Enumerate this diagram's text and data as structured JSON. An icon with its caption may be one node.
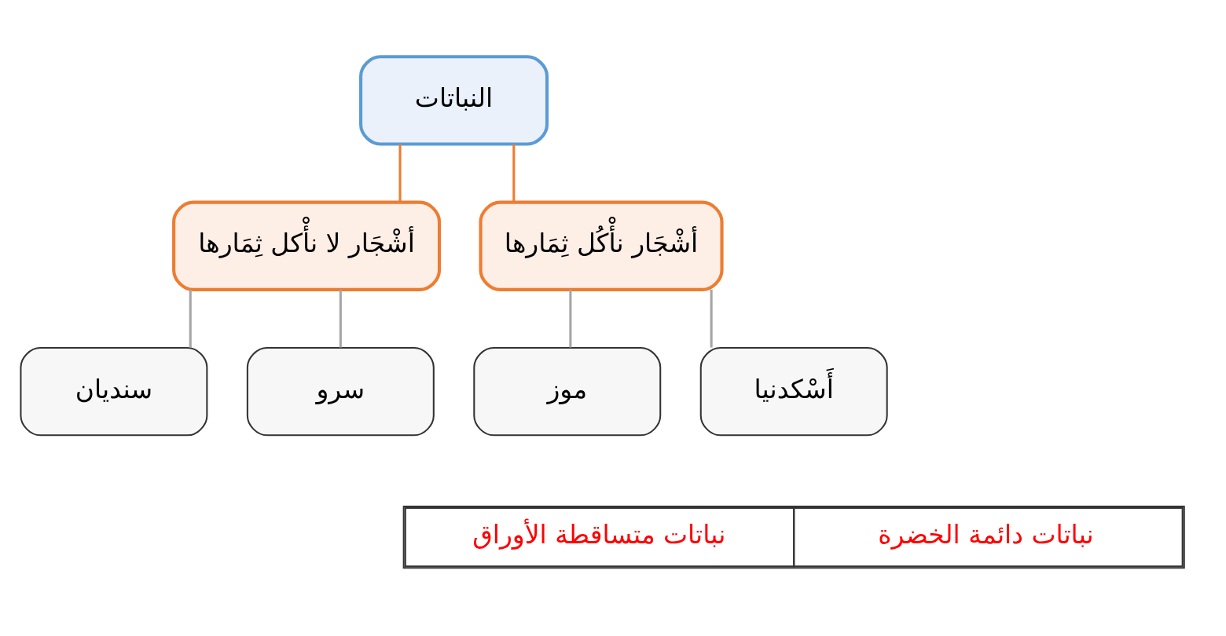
{
  "diagram": {
    "nodes": [
      {
        "text": [
          "النباتات"
        ]
      },
      {
        "text": [
          "أشْجَار نأْكُل ثِمَارها"
        ]
      },
      {
        "text": [
          "أشْجَار لا نأْكل ثِمَارها"
        ]
      },
      {
        "text": [
          "أَسْكدنيا"
        ]
      },
      {
        "text": [
          "موز"
        ]
      },
      {
        "text": [
          "سرو"
        ]
      },
      {
        "text": [
          "سنديان"
        ]
      }
    ],
    "edges": [
      {
        "from": 0,
        "to": 1,
        "arrow": "none",
        "color": "#ed7d31"
      },
      {
        "from": 0,
        "to": 2,
        "arrow": "none",
        "color": "#ed7d31"
      },
      {
        "from": 1,
        "to": 3,
        "arrow": "none"
      },
      {
        "from": 1,
        "to": 4,
        "arrow": "none"
      },
      {
        "from": 2,
        "to": 5,
        "arrow": "none"
      },
      {
        "from": 2,
        "to": 6,
        "arrow": "none"
      }
    ],
    "labels": [
      "نباتات دائمة الخضرة",
      "نباتات متساقطة الأوراق"
    ]
  }
}
